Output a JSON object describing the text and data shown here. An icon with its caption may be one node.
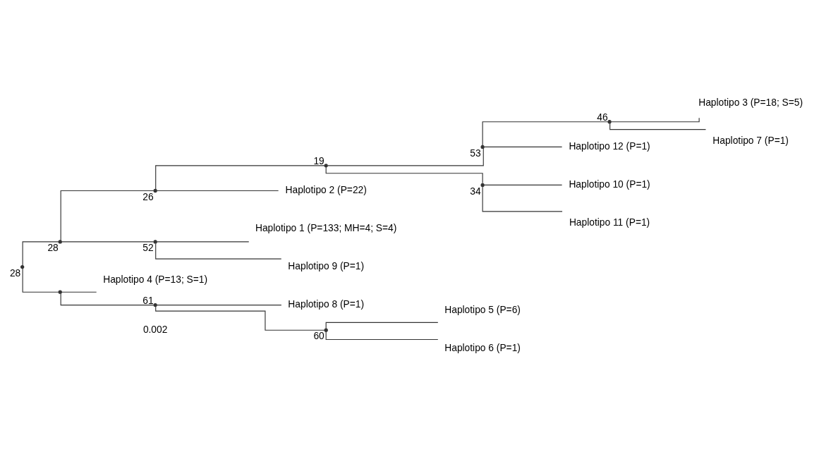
{
  "diagram": {
    "nodes": [
      {
        "text": [],
        "shape": "point",
        "beside": [
          "28"
        ]
      },
      {
        "text": [],
        "shape": "point",
        "beside": [
          "28"
        ]
      },
      {
        "text": [],
        "shape": "point",
        "beside": [
          "26"
        ]
      },
      {
        "text": [],
        "shape": "point",
        "beside": [
          "19"
        ]
      },
      {
        "text": [],
        "shape": "point",
        "beside": [
          "53"
        ]
      },
      {
        "text": [],
        "shape": "point",
        "beside": [
          "46"
        ]
      },
      {
        "text": [
          "Haplotipo 3 (P=18; S=5)"
        ]
      },
      {
        "text": [
          "Haplotipo 7 (P=1)"
        ]
      },
      {
        "text": [
          "Haplotipo 12 (P=1)"
        ]
      },
      {
        "text": [],
        "shape": "point",
        "beside": [
          "34"
        ]
      },
      {
        "text": [
          "Haplotipo 10 (P=1)"
        ]
      },
      {
        "text": [
          "Haplotipo 11 (P=1)"
        ]
      },
      {
        "text": [
          "Haplotipo 2 (P=22)"
        ]
      },
      {
        "text": [],
        "shape": "point",
        "beside": [
          "52"
        ]
      },
      {
        "text": [
          "Haplotipo 1 (P=133; MH=4; S=4)"
        ]
      },
      {
        "text": [
          "Haplotipo 9 (P=1)"
        ]
      },
      {
        "text": [],
        "shape": "point"
      },
      {
        "text": [
          "Haplotipo 4 (P=13; S=1)"
        ]
      },
      {
        "text": [],
        "shape": "point",
        "beside": [
          "61"
        ]
      },
      {
        "text": [
          "Haplotipo 8 (P=1)"
        ]
      },
      {
        "text": [],
        "shape": "point",
        "beside": [
          "60"
        ]
      },
      {
        "text": [
          "Haplotipo 5 (P=6)"
        ]
      },
      {
        "text": [
          "Haplotipo 6 (P=1)"
        ]
      }
    ],
    "edges": [
      {
        "from": 0,
        "to": 1,
        "arrow": "none"
      },
      {
        "from": 1,
        "to": 2,
        "arrow": "none"
      },
      {
        "from": 2,
        "to": 3,
        "arrow": "none"
      },
      {
        "from": 3,
        "to": 4,
        "arrow": "none"
      },
      {
        "from": 4,
        "to": 5,
        "arrow": "none"
      },
      {
        "from": 5,
        "to": 6,
        "arrow": "none"
      },
      {
        "from": 5,
        "to": 7,
        "arrow": "none"
      },
      {
        "from": 4,
        "to": 8,
        "arrow": "none"
      },
      {
        "from": 3,
        "to": 9,
        "arrow": "none"
      },
      {
        "from": 9,
        "to": 10,
        "arrow": "none"
      },
      {
        "from": 9,
        "to": 11,
        "arrow": "none"
      },
      {
        "from": 2,
        "to": 12,
        "arrow": "none"
      },
      {
        "from": 1,
        "to": 13,
        "arrow": "none"
      },
      {
        "from": 13,
        "to": 14,
        "arrow": "none"
      },
      {
        "from": 13,
        "to": 15,
        "arrow": "none"
      },
      {
        "from": 0,
        "to": 16,
        "arrow": "none"
      },
      {
        "from": 16,
        "to": 17,
        "arrow": "none"
      },
      {
        "from": 16,
        "to": 18,
        "arrow": "none"
      },
      {
        "from": 18,
        "to": 19,
        "arrow": "none"
      },
      {
        "from": 18,
        "to": 20,
        "arrow": "none"
      },
      {
        "from": 20,
        "to": 21,
        "arrow": "none"
      },
      {
        "from": 20,
        "to": 22,
        "arrow": "none"
      }
    ],
    "labels": [
      "0.002"
    ]
  }
}
